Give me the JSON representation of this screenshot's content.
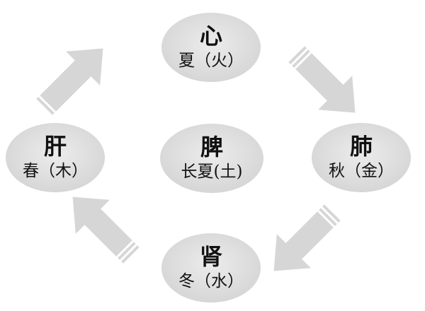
{
  "nodes": {
    "heart": {
      "organ": "心",
      "season": "夏（火）"
    },
    "lung": {
      "organ": "肺",
      "season": "秋（金）"
    },
    "kidney": {
      "organ": "肾",
      "season": "冬（水）"
    },
    "liver": {
      "organ": "肝",
      "season": "春（木）"
    },
    "spleen": {
      "organ": "脾",
      "season": "长夏(土)"
    }
  },
  "colors": {
    "node_fill": "#dedede",
    "arrow_fill": "#d6d6d6",
    "arrow_stripe": "#ffffff",
    "text": "#111111"
  }
}
